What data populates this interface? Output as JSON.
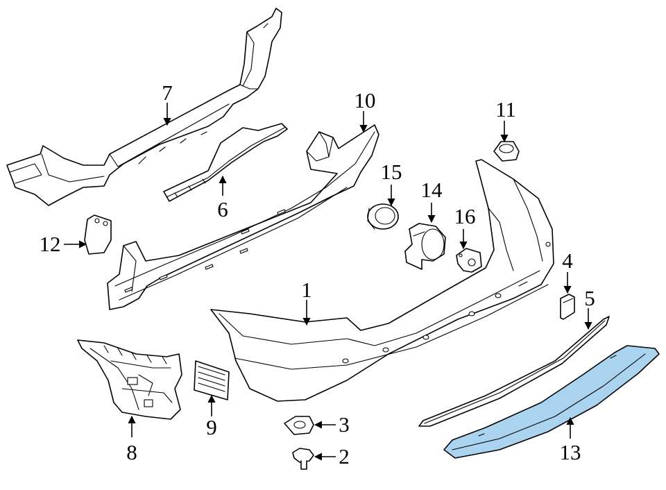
{
  "diagram": {
    "highlight_color": "#a9d3ee",
    "line_color": "#000000",
    "background": "#ffffff",
    "callouts": [
      {
        "id": "c1",
        "label": "1"
      },
      {
        "id": "c2",
        "label": "2"
      },
      {
        "id": "c3",
        "label": "3"
      },
      {
        "id": "c4",
        "label": "4"
      },
      {
        "id": "c5",
        "label": "5"
      },
      {
        "id": "c6",
        "label": "6"
      },
      {
        "id": "c7",
        "label": "7"
      },
      {
        "id": "c8",
        "label": "8"
      },
      {
        "id": "c9",
        "label": "9"
      },
      {
        "id": "c10",
        "label": "10"
      },
      {
        "id": "c11",
        "label": "11"
      },
      {
        "id": "c12",
        "label": "12"
      },
      {
        "id": "c13",
        "label": "13"
      },
      {
        "id": "c14",
        "label": "14"
      },
      {
        "id": "c15",
        "label": "15"
      },
      {
        "id": "c16",
        "label": "16"
      }
    ]
  }
}
